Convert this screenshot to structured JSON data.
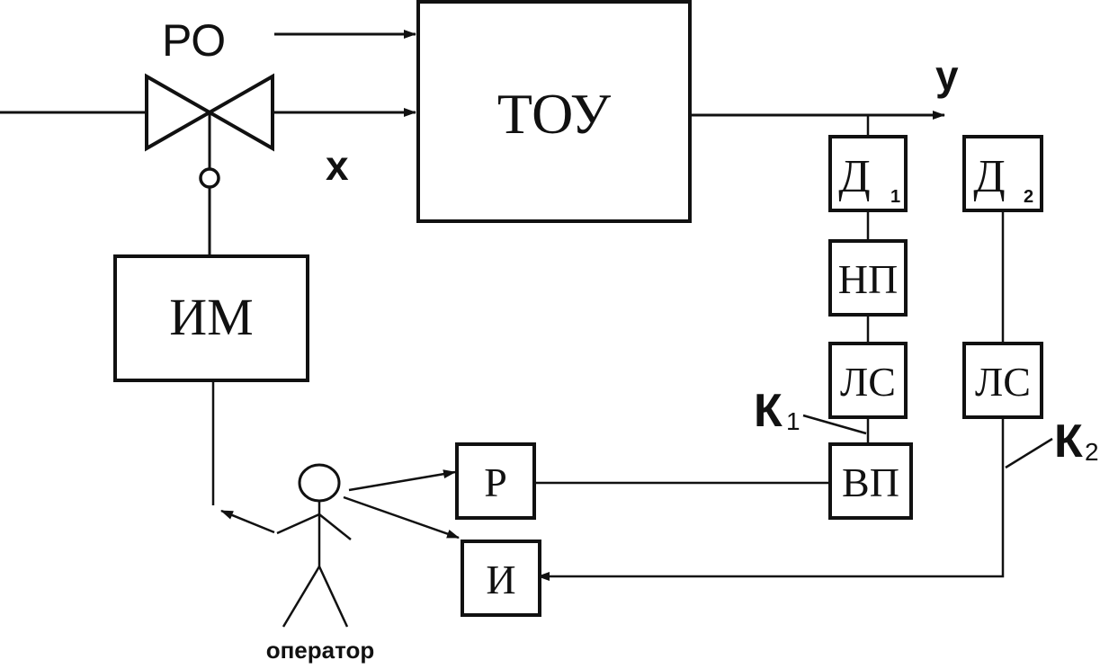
{
  "labels": {
    "ro": "РО",
    "x": "х",
    "y": "у",
    "tou": "ТОУ",
    "im": "ИМ",
    "d1_main": "Д",
    "d1_sub": "1",
    "d2_main": "Д",
    "d2_sub": "2",
    "np": "НП",
    "ls1": "ЛС",
    "ls2": "ЛС",
    "vp": "ВП",
    "r": "Р",
    "i": "И",
    "k1_main": "К",
    "k1_sub": "1",
    "k2_main": "К",
    "k2_sub": "2",
    "operator": "оператор"
  }
}
